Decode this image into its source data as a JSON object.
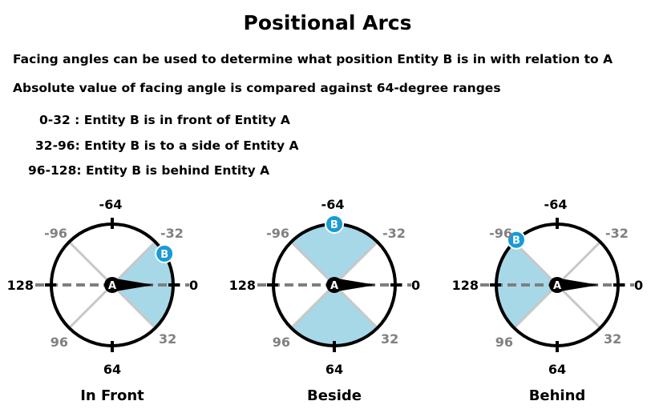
{
  "title": "Positional Arcs",
  "intro": [
    "Facing angles can be used to determine what position Entity B is in with relation to A",
    "Absolute value of facing angle is compared against 64-degree ranges"
  ],
  "ranges": [
    "0-32 : Entity B is in front of Entity A",
    "32-96: Entity B is to a side of Entity A",
    "96-128: Entity B is behind Entity A"
  ],
  "colors": {
    "arc_fill": "#a6d8e8",
    "marker_b": "#1a9ad6",
    "spoke": "#c8c8c8",
    "axis_dash": "#7f7f7f",
    "tick_label_gray": "#808080"
  },
  "entity_a_label": "A",
  "entity_b_label": "B",
  "tick_labels": {
    "top": "-64",
    "right": "0",
    "bottom": "64",
    "left": "128",
    "upper_right": "-32",
    "lower_right": "32",
    "upper_left": "-96",
    "lower_left": "96"
  },
  "diagrams": [
    {
      "caption": "In Front",
      "highlight": "front",
      "b_angle": -22
    },
    {
      "caption": "Beside",
      "highlight": "sides",
      "b_angle": -64
    },
    {
      "caption": "Behind",
      "highlight": "behind",
      "b_angle": 162
    }
  ]
}
